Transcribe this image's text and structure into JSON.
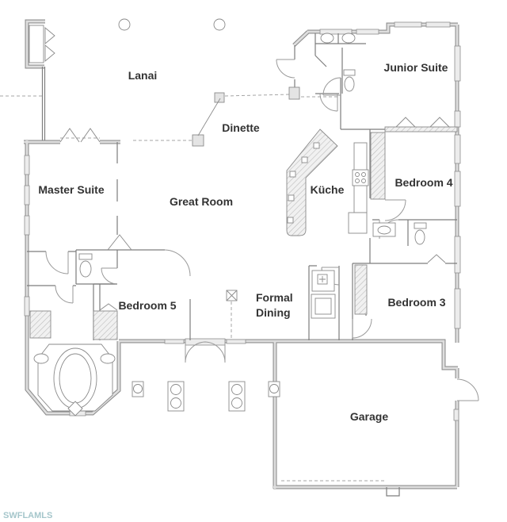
{
  "title": "Residential floor plan",
  "watermark": {
    "label": "SWFLAMLS"
  },
  "colors": {
    "background": "#ffffff",
    "wall_outline": "#8f8f8f",
    "wall_fill": "#dedede",
    "interior_line": "#7d7d7d",
    "label_text": "#333333",
    "watermark_text": "#a5c6cb"
  },
  "rooms": {
    "lanai": {
      "label": "Lanai"
    },
    "dinette": {
      "label": "Dinette"
    },
    "junior_suite": {
      "label": "Junior Suite"
    },
    "master_suite": {
      "label": "Master Suite"
    },
    "great_room": {
      "label": "Great Room"
    },
    "kueche": {
      "label": "Küche"
    },
    "bedroom_4": {
      "label": "Bedroom 4"
    },
    "bedroom_5": {
      "label": "Bedroom 5"
    },
    "formal_dining": {
      "line1": "Formal",
      "line2": "Dining"
    },
    "bedroom_3": {
      "label": "Bedroom 3"
    },
    "garage": {
      "label": "Garage"
    }
  },
  "fixtures": [
    "outdoor-grill",
    "lanai-columns",
    "entry-columns",
    "bathtub",
    "toilets",
    "vanity-sinks",
    "kitchen-island",
    "cooktop",
    "refrigerator",
    "washer",
    "dryer",
    "closets",
    "door-swings",
    "windows",
    "entry-double-door"
  ]
}
